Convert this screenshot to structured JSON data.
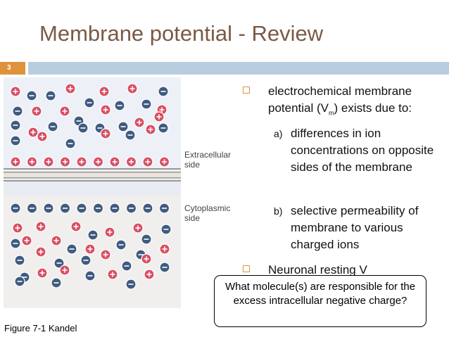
{
  "slide": {
    "title": "Membrane potential - Review",
    "number": "3",
    "colors": {
      "title": "#7a5a45",
      "accent_bar": "#e0923a",
      "header_bar": "#b9cde0",
      "cation": "#d94f63",
      "anion": "#3f5b80"
    }
  },
  "figure": {
    "extracellular_label": "Extracellular\nside",
    "cytoplasmic_label": "Cytoplasmic\nside",
    "caption": "Figure 7-1 Kandel"
  },
  "bullets": {
    "item1": {
      "pre": "electrochemical membrane potential (V",
      "sub": "m",
      "post": ") exists due to:"
    },
    "subitems": [
      {
        "label": "a)",
        "text": "differences in ion concentrations on opposite sides of the membrane"
      },
      {
        "label": "b)",
        "text": "selective permeability of membrane to various charged ions"
      }
    ],
    "item2": {
      "text": "Neuronal resting V"
    }
  },
  "callout": {
    "text": "What molecule(s) are responsible for the excess intracellular negative charge?"
  }
}
